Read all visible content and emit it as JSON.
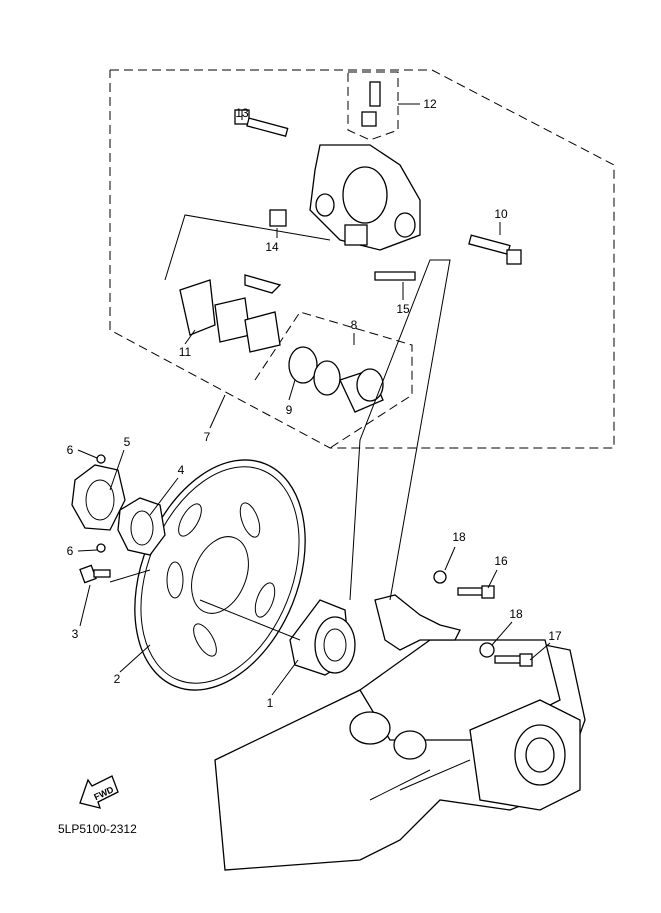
{
  "diagram_code": "5LP5100-2312",
  "fwd_label": "FWD",
  "callouts": [
    "13",
    "12",
    "10",
    "14",
    "15",
    "8",
    "11",
    "9",
    "7",
    "5",
    "6",
    "4",
    "6",
    "18",
    "16",
    "3",
    "18",
    "17",
    "2",
    "1"
  ]
}
